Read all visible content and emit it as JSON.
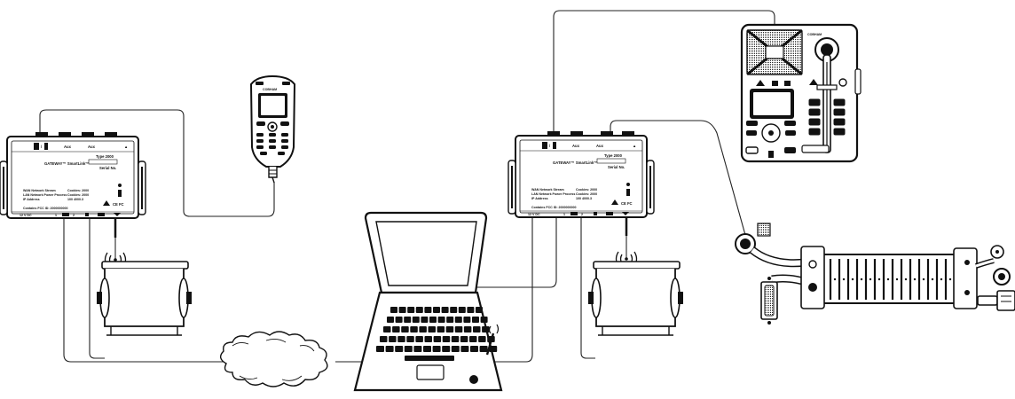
{
  "gateway_left": {
    "model": "GATEWAY™ SmartLink™",
    "type_label": "Type 2000",
    "serial_label": "Serial No.",
    "port_labels": [
      "Aux",
      "Aux"
    ],
    "info_lines": [
      "WAN Network Stream",
      "LAN Network Power Process",
      "IP Address"
    ],
    "code_lines": [
      "Cookies: 2000",
      "Cookies: 2000",
      "100 4000.3"
    ],
    "fcc_line": "Contains FCC ID: 2000000000",
    "power_label": "12 V DC",
    "bottom_ports": [
      "1",
      "2"
    ],
    "cert_marks": "CE FC"
  },
  "gateway_right": {
    "model": "GATEWAY™ SmartLink™",
    "type_label": "Type 2000",
    "serial_label": "Serial No.",
    "port_labels": [
      "Aux",
      "Aux"
    ],
    "info_lines": [
      "WAN Network Stream",
      "LAN Network Power Process",
      "IP Address"
    ],
    "code_lines": [
      "Cookies: 2000",
      "Cookies: 2000",
      "100 4000.3"
    ],
    "fcc_line": "Contains FCC ID: 2000000000",
    "power_label": "12 V DC",
    "bottom_ports": [
      "1",
      "2"
    ],
    "cert_marks": "CE FC"
  },
  "handheld": {
    "brand": "COBHAM"
  },
  "console": {
    "brand": "COBHAM"
  }
}
